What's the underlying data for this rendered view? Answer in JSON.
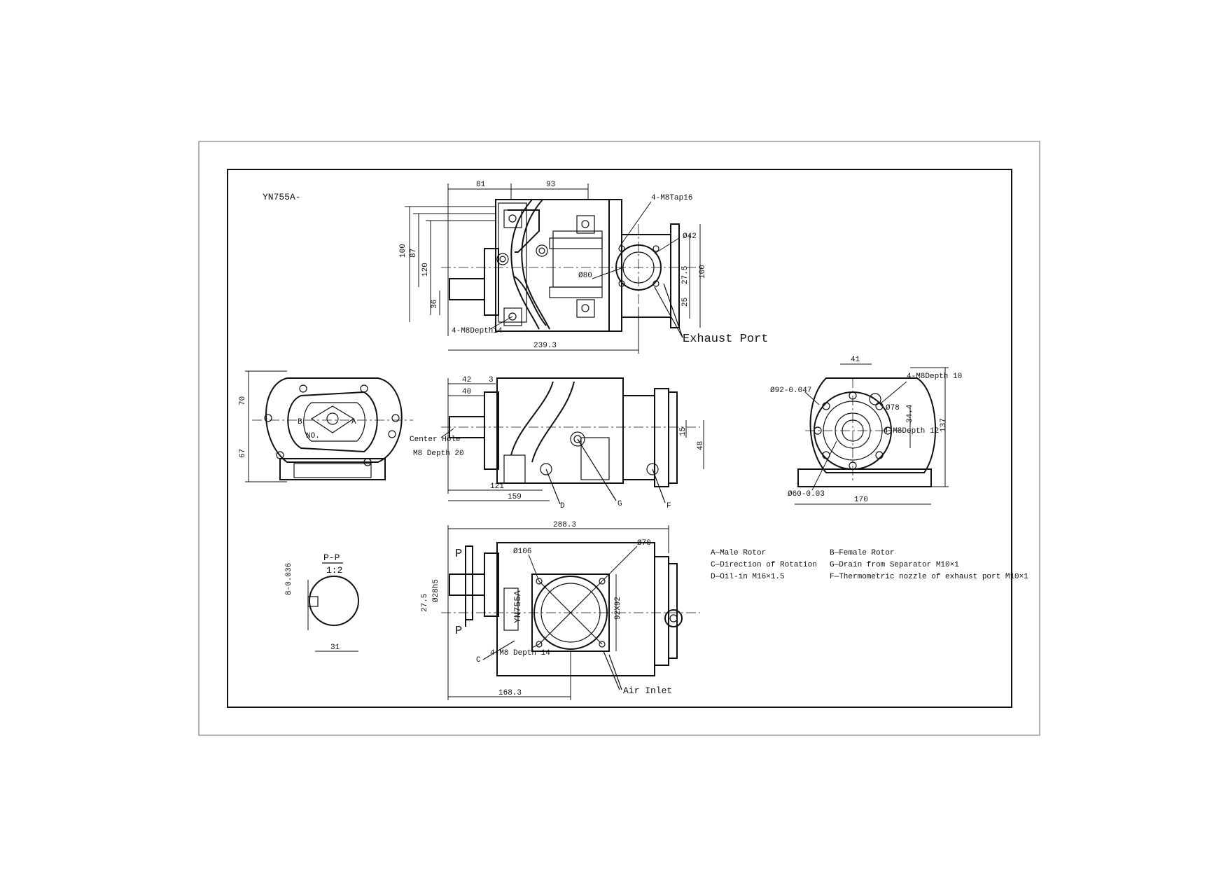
{
  "drawing": {
    "model": "YN755A-",
    "callouts": {
      "exhaust_port": "Exhaust Port",
      "air_inlet": "Air Inlet",
      "center_hole": "Center Hole",
      "center_hole_depth": "M8 Depth 20",
      "top_holes": "4-M8Tap16",
      "top_bottom_holes": "4-M8Depth14",
      "right_top_holes": "4-M8Depth 10",
      "right_inner_holes": "4-M8Depth 12",
      "inlet_holes": "4-M8 Depth 14",
      "section_mark": "P",
      "section_title": "P-P",
      "section_scale": "1:2",
      "nameplate": "YN755A",
      "letter_a": "A",
      "letter_b": "B",
      "letter_c": "C",
      "letter_d": "D",
      "letter_f": "F",
      "letter_g": "G",
      "plate_no": "NO."
    },
    "dimensions": {
      "top_81": "81",
      "top_93": "93",
      "top_100": "100",
      "top_87": "87",
      "top_120": "120",
      "top_36": "36",
      "top_d42": "Ø42",
      "top_d80": "Ø80",
      "top_27_5": "27.5",
      "top_100r": "100",
      "top_25": "25",
      "top_239_3": "239.3",
      "side_70": "70",
      "side_67": "67",
      "mid_42": "42",
      "mid_40": "40",
      "mid_3": "3",
      "mid_15": "15",
      "mid_48": "48",
      "mid_121": "121",
      "mid_159": "159",
      "right_41": "41",
      "right_d92": "Ø92-0.047",
      "right_d78": "Ø78",
      "right_34_4": "34.4",
      "right_137": "137",
      "right_d60": "Ø60-0.03",
      "right_170": "170",
      "bot_288_3": "288.3",
      "bot_d106": "Ø106",
      "bot_d70": "Ø70",
      "bot_d28": "Ø28h5",
      "bot_27_5": "27.5",
      "bot_92x92": "92X92",
      "bot_168_3": "168.3",
      "key_8": "8-0.036",
      "key_31": "31"
    },
    "legend": {
      "a": "A—Male Rotor",
      "b": "B—Female Rotor",
      "c": "C—Direction of Rotation",
      "g": "G—Drain from Separator M10×1",
      "d": "D—Oil-in M16×1.5",
      "f": "F—Thermometric nozzle of exhaust port M10×1"
    }
  }
}
